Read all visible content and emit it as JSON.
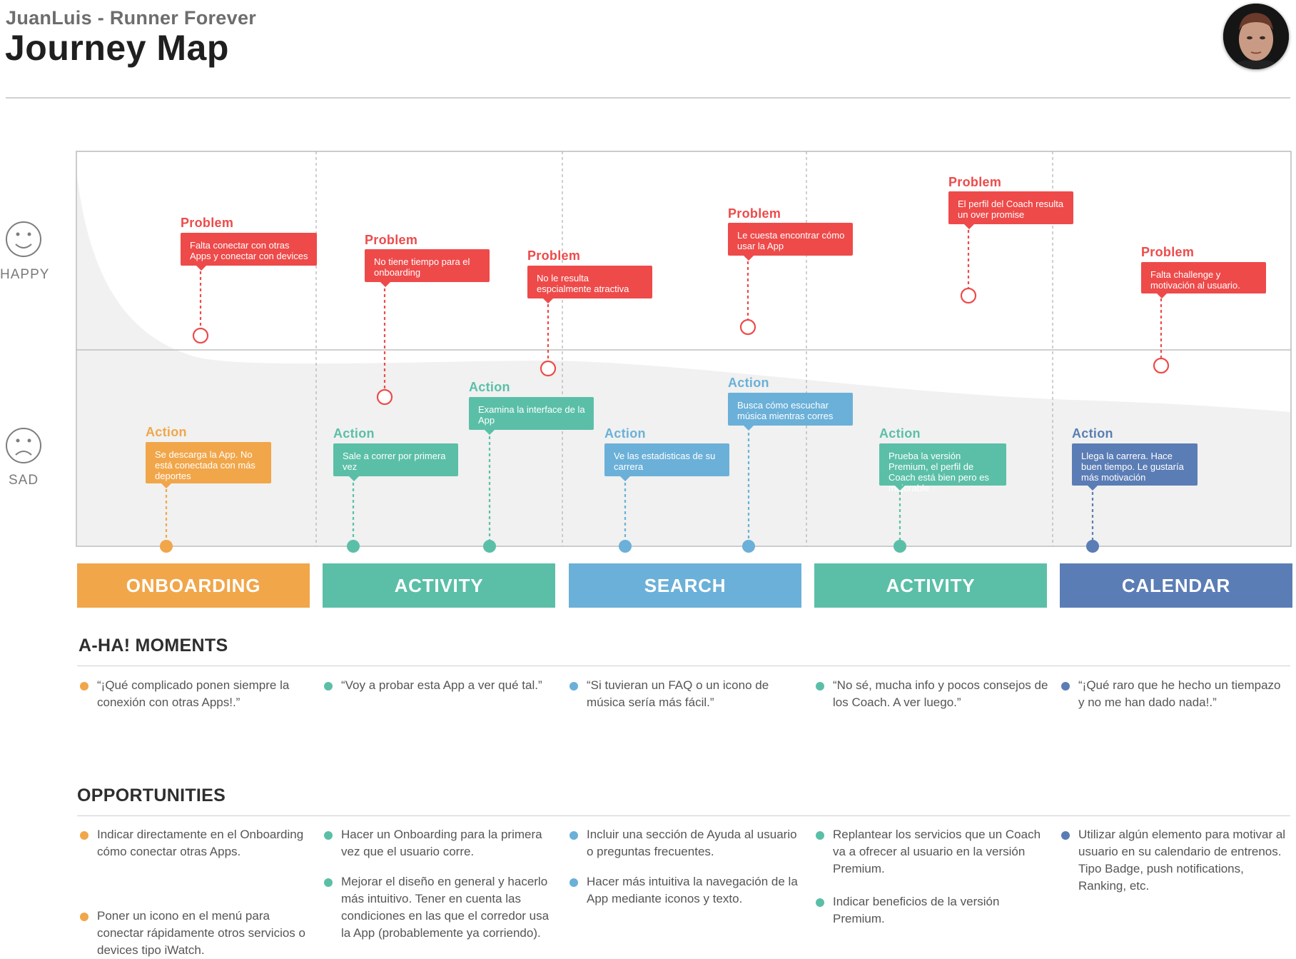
{
  "header": {
    "subtitle": "JuanLuis - Runner Forever",
    "title": "Journey Map"
  },
  "avatar": {
    "icon": "person-avatar-photo"
  },
  "moods": {
    "happy": {
      "label": "HAPPY",
      "icon": "smiley-face-icon"
    },
    "sad": {
      "label": "SAD",
      "icon": "sad-face-icon"
    }
  },
  "colors": {
    "problem": "#ee4a4a",
    "onboarding": "#f1a64a",
    "activity": "#5bbfa8",
    "search": "#6bb0d8",
    "calendar": "#5b7db5"
  },
  "problems": [
    {
      "title": "Problem",
      "text": "Falta conectar con otras Apps y conectar con devices"
    },
    {
      "title": "Problem",
      "text": "No tiene tiempo para el onboarding"
    },
    {
      "title": "Problem",
      "text": "No le resulta espcialmente atractiva"
    },
    {
      "title": "Problem",
      "text": "Le cuesta encontrar cómo usar la App"
    },
    {
      "title": "Problem",
      "text": "El perfil del Coach resulta un over promise"
    },
    {
      "title": "Problem",
      "text": "Falta challenge y motivación al usuario."
    }
  ],
  "actions": [
    {
      "title": "Action",
      "text": "Se descarga la App. No está conectada con más deportes",
      "color": "#f1a64a"
    },
    {
      "title": "Action",
      "text": "Sale a correr por primera vez",
      "color": "#5bbfa8"
    },
    {
      "title": "Action",
      "text": "Examina la interface de la App",
      "color": "#5bbfa8"
    },
    {
      "title": "Action",
      "text": "Ve las estadisticas de su carrera",
      "color": "#6bb0d8"
    },
    {
      "title": "Action",
      "text": "Busca cómo escuchar música mientras corres",
      "color": "#6bb0d8"
    },
    {
      "title": "Action",
      "text": "Prueba la versión Premium, el perfil de Coach está bien pero es mejorable",
      "color": "#5bbfa8"
    },
    {
      "title": "Action",
      "text": "Llega la carrera. Hace buen tiempo. Le gustaría más motivación",
      "color": "#5b7db5"
    }
  ],
  "phases": [
    {
      "label": "ONBOARDING",
      "color": "#f1a64a"
    },
    {
      "label": "ACTIVITY",
      "color": "#5bbfa8"
    },
    {
      "label": "SEARCH",
      "color": "#6bb0d8"
    },
    {
      "label": "ACTIVITY",
      "color": "#5bbfa8"
    },
    {
      "label": "CALENDAR",
      "color": "#5b7db5"
    }
  ],
  "aha": {
    "title": "A-HA! MOMENTS",
    "items": [
      "“¡Qué complicado ponen siempre la conexión con otras Apps!.”",
      "“Voy a probar esta App a ver qué tal.”",
      "“Si tuvieran un FAQ o un icono de música sería más fácil.”",
      "“No sé, mucha info y pocos consejos de los Coach. A ver luego.”",
      "“¡Qué raro que he hecho un tiempazo y no me han dado nada!.”"
    ]
  },
  "opportunities": {
    "title": "OPPORTUNITIES",
    "columns": [
      [
        "Indicar directamente en el Onboarding cómo conectar otras Apps.",
        "Poner un icono en el menú para conectar rápidamente otros servicios o devices tipo iWatch."
      ],
      [
        "Hacer un Onboarding para la primera vez que el usuario corre.",
        "Mejorar el diseño en general y hacerlo más intuitivo. Tener en cuenta las condiciones en las que el corredor usa la App (probablemente ya corriendo)."
      ],
      [
        "Incluir una sección de Ayuda al usuario o preguntas frecuentes.",
        "Hacer más intuitiva la navegación de la App mediante iconos y texto."
      ],
      [
        "Replantear los servicios que un Coach va a ofrecer al usuario en la versión Premium.",
        "Indicar beneficios de la versión Premium."
      ],
      [
        "Utilizar algún elemento para motivar al usuario en su calendario de entrenos. Tipo Badge, push notifications, Ranking, etc."
      ]
    ]
  }
}
